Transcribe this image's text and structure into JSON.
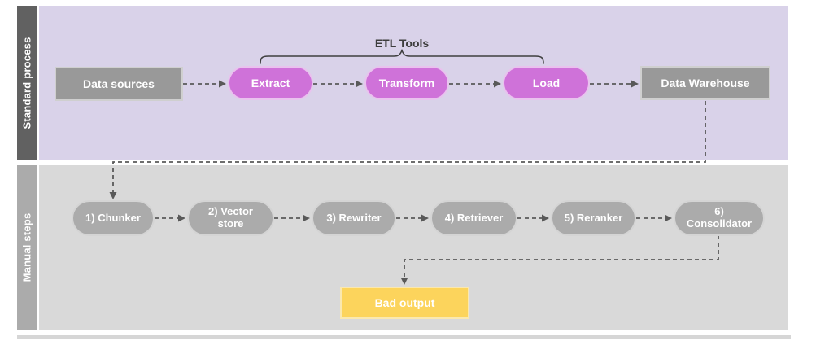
{
  "lanes": {
    "standard": {
      "label": "Standard process"
    },
    "manual": {
      "label": "Manual steps"
    }
  },
  "annotation": {
    "etl_tools_label": "ETL Tools"
  },
  "nodes": {
    "data_sources": {
      "label": "Data sources"
    },
    "extract": {
      "label": "Extract"
    },
    "transform": {
      "label": "Transform"
    },
    "load": {
      "label": "Load"
    },
    "data_warehouse": {
      "label": "Data Warehouse"
    },
    "chunker": {
      "label": "1) Chunker"
    },
    "vector_store": {
      "label": "2) Vector store"
    },
    "rewriter": {
      "label": "3) Rewriter"
    },
    "retriever": {
      "label": "4) Retriever"
    },
    "reranker": {
      "label": "5) Reranker"
    },
    "consolidator": {
      "label": "6) Consolidator"
    },
    "bad_output": {
      "label": "Bad output"
    }
  },
  "connections": [
    {
      "from": "Data sources",
      "to": "Extract",
      "style": "dashed-arrow"
    },
    {
      "from": "Extract",
      "to": "Transform",
      "style": "dashed-arrow"
    },
    {
      "from": "Transform",
      "to": "Load",
      "style": "dashed-arrow"
    },
    {
      "from": "Load",
      "to": "Data Warehouse",
      "style": "dashed-arrow"
    },
    {
      "from": "Data Warehouse",
      "to": "1) Chunker",
      "style": "dashed-arrow-elbow"
    },
    {
      "from": "1) Chunker",
      "to": "2) Vector store",
      "style": "dashed-arrow"
    },
    {
      "from": "2) Vector store",
      "to": "3) Rewriter",
      "style": "dashed-arrow"
    },
    {
      "from": "3) Rewriter",
      "to": "4) Retriever",
      "style": "dashed-arrow"
    },
    {
      "from": "4) Retriever",
      "to": "5) Reranker",
      "style": "dashed-arrow"
    },
    {
      "from": "5) Reranker",
      "to": "6) Consolidator",
      "style": "dashed-arrow"
    },
    {
      "from": "6) Consolidator",
      "to": "Bad output",
      "style": "dashed-arrow-elbow"
    }
  ],
  "brace_group": {
    "label": "ETL Tools",
    "members": [
      "Extract",
      "Transform",
      "Load"
    ]
  },
  "colors": {
    "lane1_bg": "#d9d2e9",
    "lane1_bar": "#616161",
    "lane2_bg": "#d9d9d9",
    "lane2_bar": "#ababab",
    "gray_node": "#999999",
    "magenta_node": "#cf72d9",
    "manual_node": "#ababab",
    "output_node": "#fcd45c",
    "connector": "#595959"
  }
}
